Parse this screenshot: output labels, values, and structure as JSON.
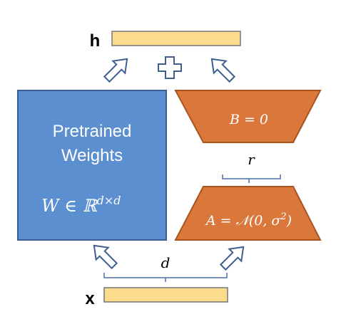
{
  "output": {
    "label": "h"
  },
  "input": {
    "label": "x"
  },
  "pretrained": {
    "line1": "Pretrained",
    "line2": "Weights",
    "formula_main": "W ∈ ℝ",
    "formula_sup": "d×d"
  },
  "matrix_b": {
    "formula": "B = 0"
  },
  "matrix_a": {
    "formula_main": "A = 𝒩(0, σ",
    "formula_sup": "2",
    "formula_end": ")"
  },
  "rank": {
    "label": "r"
  },
  "dimension": {
    "label": "d"
  },
  "colors": {
    "pretrained_fill": "#5b8fcf",
    "pretrained_stroke": "#3a5f95",
    "adapter_fill": "#d9783a",
    "adapter_stroke": "#a8541f",
    "vector_fill": "#fbdc8c",
    "vector_stroke": "#777777",
    "arrow_stroke": "#3e5f8f",
    "brace_stroke": "#4a6fa5"
  }
}
